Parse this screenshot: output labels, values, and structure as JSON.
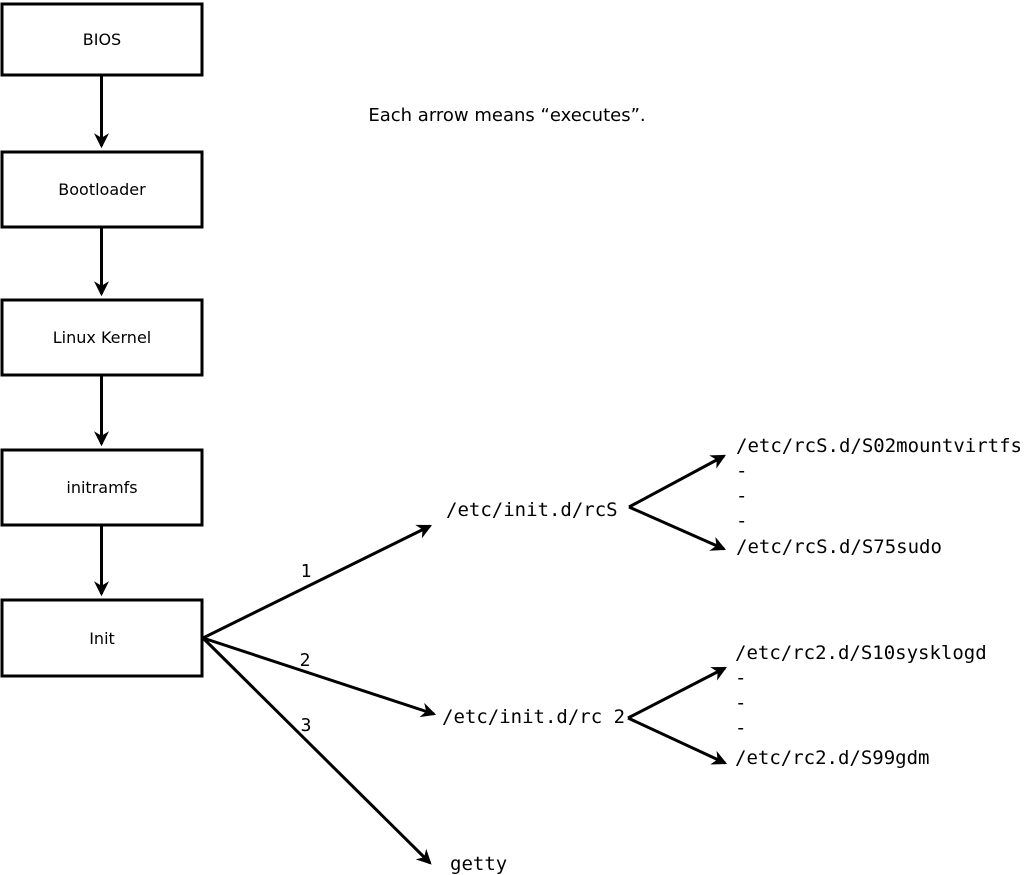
{
  "note": "Each arrow means “executes”.",
  "chain": [
    "BIOS",
    "Bootloader",
    "Linux Kernel",
    "initramfs",
    "Init"
  ],
  "fanout": [
    {
      "order": "1",
      "target": "/etc/init.d/rcS"
    },
    {
      "order": "2",
      "target": "/etc/init.d/rc 2"
    },
    {
      "order": "3",
      "target": "getty"
    }
  ],
  "rcS_children": [
    "/etc/rcS.d/S02mountvirtfs",
    "-",
    "-",
    "-",
    "/etc/rcS.d/S75sudo"
  ],
  "rc2_children": [
    "/etc/rc2.d/S10sysklogd",
    "-",
    "-",
    "-",
    "/etc/rc2.d/S99gdm"
  ],
  "colors": {
    "line": "#000000",
    "background": "#ffffff",
    "box_fill": "#ffffff"
  }
}
